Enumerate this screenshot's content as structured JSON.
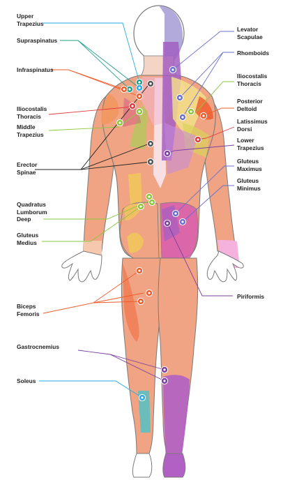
{
  "colors": {
    "skin": "#f0a483",
    "skin_dark": "#d9745a",
    "skin_light": "#f6c8ad",
    "outline": "#7a7a7a",
    "foot": "#f6f1f3",
    "spine_stripe": "#f7dfe3"
  },
  "left_labels": [
    {
      "text": "Upper\nTrapezius",
      "color": "#29aae1"
    },
    {
      "text": "Supraspinatus",
      "color": "#1f9e8e"
    },
    {
      "text": "Infraspinatus",
      "color": "#ef5a2a"
    },
    {
      "text": "Iliocostalis\nThoracis",
      "color": "#e0393e"
    },
    {
      "text": "Middle\nTrapezius",
      "color": "#8cc63f"
    },
    {
      "text": "Erector\nSpinae",
      "color": "#222222"
    },
    {
      "text": "Quadratus\nLumborum\nDeep",
      "color": "#8cc63f"
    },
    {
      "text": "Gluteus\nMedius",
      "color": "#8cc63f"
    },
    {
      "text": "Biceps\nFemoris",
      "color": "#ef5a2a"
    },
    {
      "text": "Gastrocnemius",
      "color": "#7b3fa0"
    },
    {
      "text": "Soleus",
      "color": "#29aae1"
    }
  ],
  "right_labels": [
    {
      "text": "Levator\nScapulae",
      "color": "#6b6fcf"
    },
    {
      "text": "Rhomboids",
      "color": "#6b6fcf"
    },
    {
      "text": "Iliocostalis\nThoracis",
      "color": "#8cc63f"
    },
    {
      "text": "Posterior\nDeltoid",
      "color": "#ef5a2a"
    },
    {
      "text": "Latissimus\nDorsi",
      "color": "#e0393e"
    },
    {
      "text": "Lower\nTrapezius",
      "color": "#7b3fa0"
    },
    {
      "text": "Gluteus\nMaximus",
      "color": "#6b6fcf"
    },
    {
      "text": "Gluteus\nMinimus",
      "color": "#6b6fcf"
    },
    {
      "text": "Piriformis",
      "color": "#7b3fa0"
    }
  ]
}
